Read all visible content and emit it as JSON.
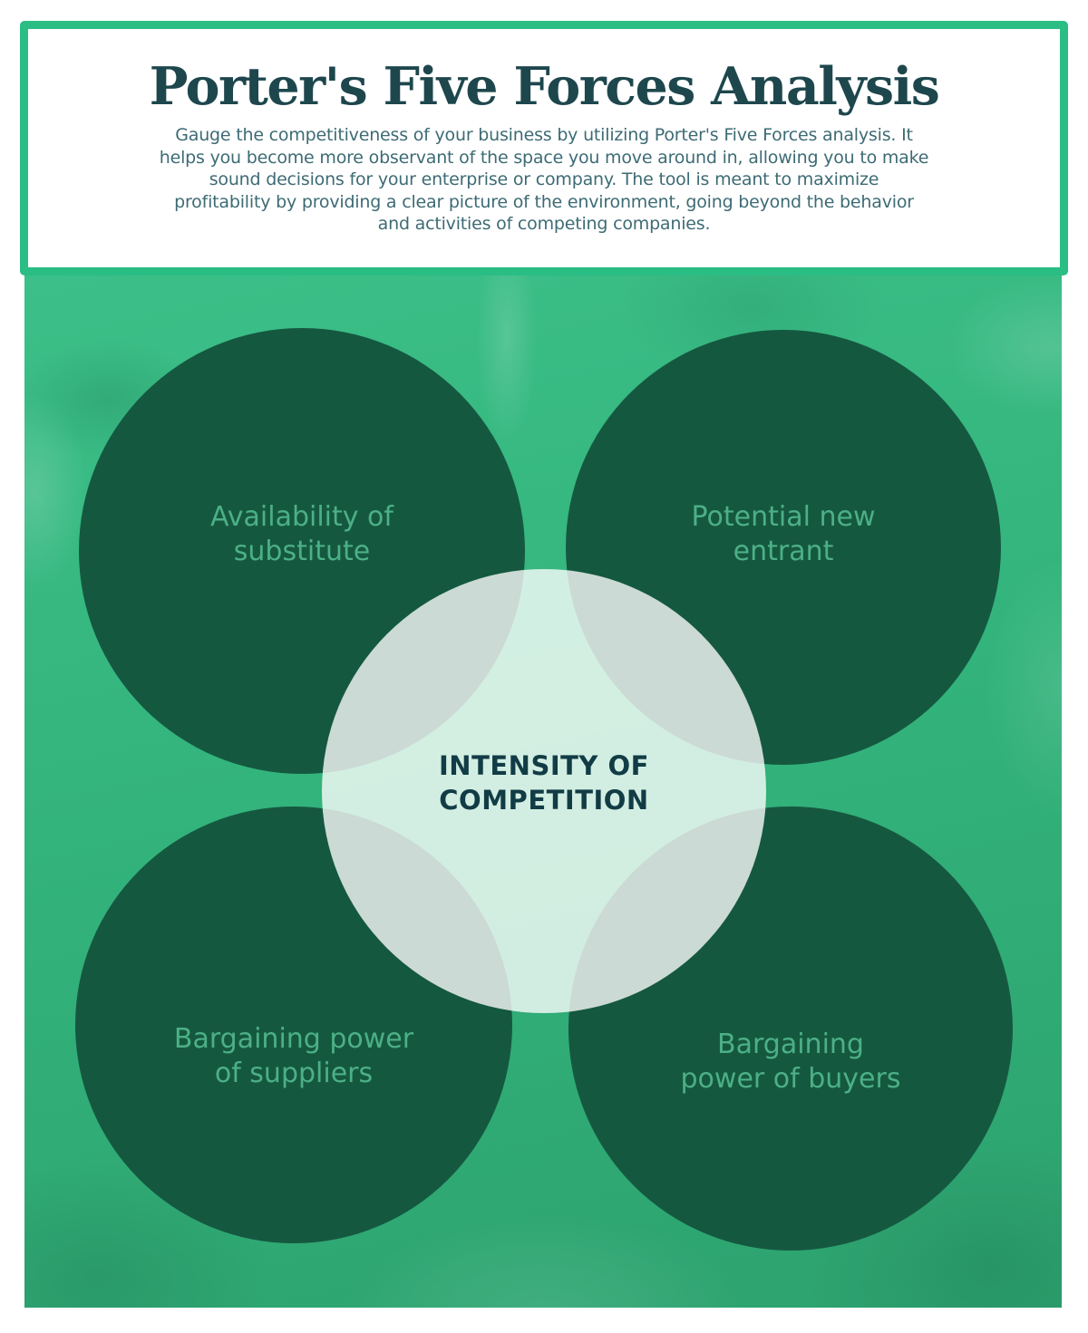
{
  "header": {
    "title": "Porter's Five Forces Analysis",
    "description": "Gauge the competitiveness of your business by utilizing Porter's Five Forces analysis. It\nhelps you become more observant of the space you move around in, allowing you to make\nsound decisions for your enterprise or company. The tool is meant to maximize\nprofitability by providing a clear picture of the environment, going beyond the behavior\nand activities of competing companies."
  },
  "diagram": {
    "center": {
      "label": "INTENSITY OF\nCOMPETITION"
    },
    "forces": [
      {
        "id": "availability-of-substitute",
        "position": "top-left",
        "label": "Availability of\nsubstitute"
      },
      {
        "id": "potential-new-entrant",
        "position": "top-right",
        "label": "Potential new\nentrant"
      },
      {
        "id": "bargaining-power-of-suppliers",
        "position": "bottom-left",
        "label": "Bargaining power\nof suppliers"
      },
      {
        "id": "bargaining-power-of-buyers",
        "position": "bottom-right",
        "label": "Bargaining\npower of buyers"
      }
    ]
  },
  "colors": {
    "page_white": "#ffffff",
    "accent_green": "#2abd84",
    "title_teal": "#1d474d",
    "description_teal": "#3d6b74",
    "force_circle_green": "#155840",
    "force_label_green": "#4cb086",
    "center_circle_white": "rgba(255,255,255,0.78)",
    "center_text_teal": "#123c45"
  }
}
